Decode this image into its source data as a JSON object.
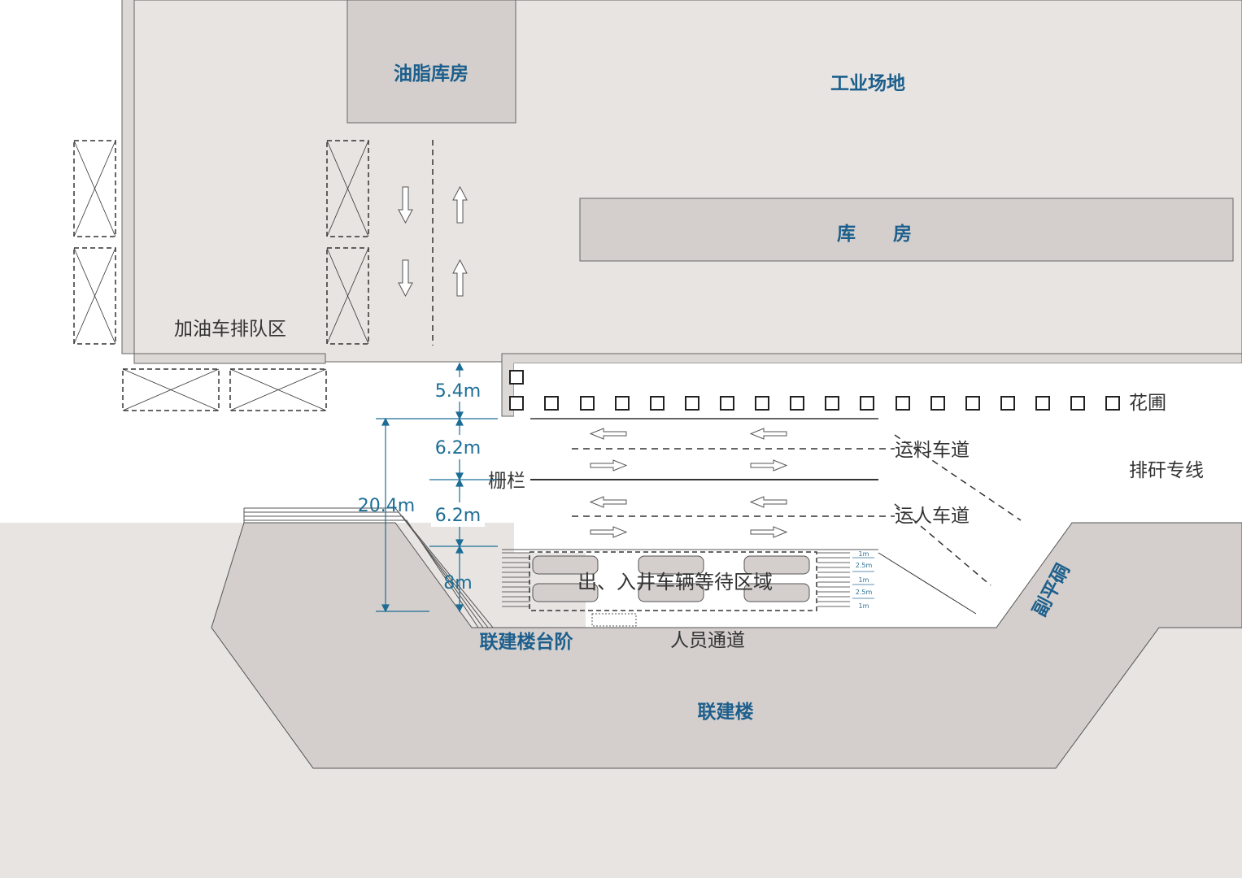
{
  "colors": {
    "ground": "#e7e4e2",
    "building": "#d4cfcd",
    "road": "#ffffff",
    "accent_blue": "#1d6e96",
    "outline": "#666666"
  },
  "labels": {
    "grease_warehouse": "油脂库房",
    "industrial_site": "工业场地",
    "warehouse": "库　　房",
    "refuel_queue": "加油车排队区",
    "flower_bed": "花圃",
    "material_lane": "运料车道",
    "fence": "栅栏",
    "personnel_lane": "运人车道",
    "waste_line": "排矸专线",
    "sub_adit": "副平硐",
    "waiting_area": "出、入井车辆等待区域",
    "building_steps": "联建楼台阶",
    "personnel_passage": "人员通道",
    "joint_building": "联建楼"
  },
  "dimensions": {
    "d1": "5.4m",
    "d2": "6.2m",
    "d3": "6.2m",
    "d4": "8m",
    "total": "20.4m"
  },
  "crosswalk_marks": [
    "1m",
    "2.5m",
    "1m",
    "2.5m",
    "1m"
  ],
  "icons": {
    "vehicle_slot": "crossed-box-icon",
    "arrow": "direction-arrow-icon",
    "planter": "planter-square-icon",
    "car": "car-rect-icon"
  }
}
